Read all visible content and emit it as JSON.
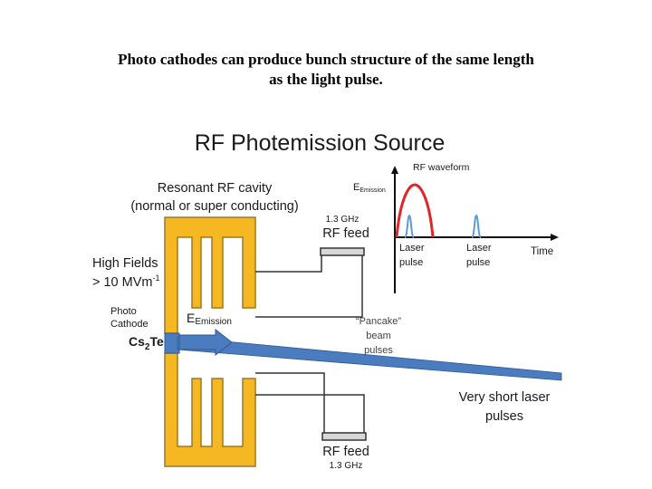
{
  "caption": {
    "line1": "Photo cathodes can produce bunch structure of the same length",
    "line2": "as the light pulse."
  },
  "diagram": {
    "title": "RF Photemission Source",
    "cavity_label": {
      "line1": "Resonant RF cavity",
      "line2": "(normal or super conducting)"
    },
    "high_fields": {
      "line1": "High Fields",
      "line2": "> 10 MVm",
      "exponent": "-1"
    },
    "photo_cathode": {
      "line1": "Photo",
      "line2": "Cathode"
    },
    "cathode_material": {
      "base": "Cs",
      "subscript": "2",
      "suffix": "Te"
    },
    "e_emission_field": {
      "base": "E",
      "subscript": "Emission"
    },
    "rf_feed_top": {
      "freq": "1.3 GHz",
      "label": "RF feed"
    },
    "rf_feed_bottom": {
      "label": "RF feed",
      "freq": "1.3 GHz"
    },
    "pancake": {
      "line1": "“Pancake”",
      "line2": "beam",
      "line3": "pulses"
    },
    "laser_label": {
      "line1": "Very short laser",
      "line2": "pulses"
    },
    "waveform": {
      "title": "RF waveform",
      "y_label": {
        "base": "E",
        "subscript": "Emission"
      },
      "x_label": "Time",
      "pulse1": {
        "line1": "Laser",
        "line2": "pulse"
      },
      "pulse2": {
        "line1": "Laser",
        "line2": "pulse"
      }
    },
    "colors": {
      "cavity": "#f5b823",
      "cavity_outline": "#9a7a2a",
      "beam": "#4a7cbf",
      "rf_wave": "#e0262a",
      "laser_pulse": "#5b9bd5"
    }
  }
}
